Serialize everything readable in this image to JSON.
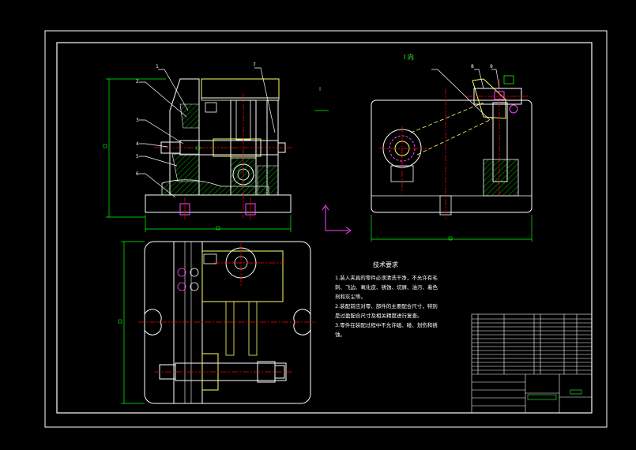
{
  "view_labels": {
    "front_marker": "I",
    "side_view": "I 向",
    "zh_title_tech_req": "技术要求"
  },
  "callouts": {
    "left_view": [
      "1",
      "2",
      "3",
      "4",
      "5",
      "6",
      "7"
    ],
    "right_view": [
      "8",
      "9"
    ]
  },
  "technical_requirements": [
    "1.装入夹具的零件必须清洗干净，不允许有毛刺、飞边、氧化皮、锈蚀、切屑、油污、着色剂和灰尘等。",
    "2.装配前应对零、部件的主要配合尺寸，特别是过盈配合尺寸及相关精度进行复查。",
    "3.零件在装配过程中不允许磕、碰、划伤和锈蚀。"
  ],
  "colors": {
    "background": "#000000",
    "frame": "#ffffff",
    "outline": "#ffffff",
    "dimension": "#00ff00",
    "centerline": "#ff0000",
    "hatch": "#00c000",
    "yellow": "#ffff66",
    "magenta": "#ff44ff",
    "title": "#33ff33"
  }
}
